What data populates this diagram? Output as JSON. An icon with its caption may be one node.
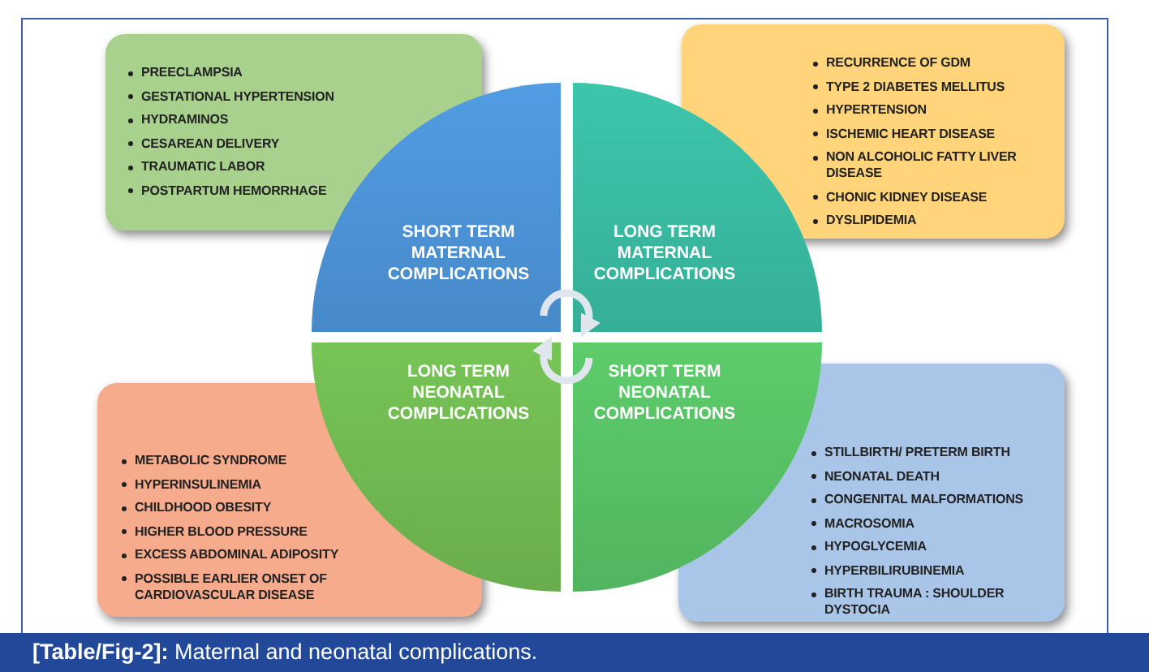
{
  "diagram": {
    "caption": "**[Table/Fig-2]:** Maternal and neonatal complications.",
    "nodes": [
      {
        "text": [
          "PREECLAMPSIA",
          "GESTATIONAL HYPERTENSION",
          "HYDRAMINOS",
          "CESAREAN DELIVERY",
          "TRAUMATIC LABOR",
          "POSTPARTUM HEMORRHAGE"
        ]
      },
      {
        "text": [
          "RECURRENCE OF GDM",
          "TYPE 2 DIABETES MELLITUS",
          "HYPERTENSION",
          "ISCHEMIC HEART DISEASE",
          "NON ALCOHOLIC FATTY LIVER DISEASE",
          "CHONIC KIDNEY DISEASE",
          "DYSLIPIDEMIA"
        ]
      },
      {
        "text": [
          "SHORT TERM MATERNAL COMPLICATIONS"
        ]
      },
      {
        "text": [
          "LONG TERM MATERNAL COMPLICATIONS"
        ]
      },
      {
        "text": [
          "LONG TERM NEONATAL COMPLICATIONS"
        ]
      },
      {
        "text": [
          "SHORT TERM NEONATAL COMPLICATIONS"
        ]
      },
      {
        "text": [
          "METABOLIC SYNDROME",
          "HYPERINSULINEMIA",
          "CHILDHOOD OBESITY",
          "HIGHER BLOOD PRESSURE",
          "EXCESS ABDOMINAL ADIPOSITY",
          "POSSIBLE EARLIER ONSET OF CARDIOVASCULAR DISEASE"
        ]
      },
      {
        "text": [
          "STILLBIRTH/ PRETERM BIRTH",
          "NEONATAL DEATH",
          "CONGENITAL MALFORMATIONS",
          "MACROSOMIA",
          "HYPOGLYCEMIA",
          "HYPERBILIRUBINEMIA",
          "BIRTH TRAUMA : SHOULDER DYSTOCIA"
        ]
      }
    ],
    "edges": [
      {
        "from": 2,
        "to": 3,
        "arrow": "to"
      },
      {
        "from": 5,
        "to": 4,
        "arrow": "to"
      }
    ]
  }
}
